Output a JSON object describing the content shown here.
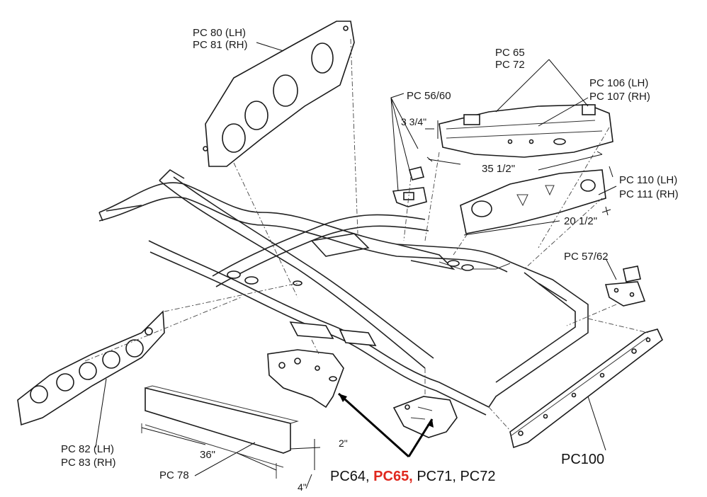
{
  "labels": {
    "pc80": "PC 80 (LH)",
    "pc81": "PC 81 (RH)",
    "pc65_top": "PC 65",
    "pc72_top": "PC 72",
    "pc5660": "PC 56/60",
    "pc106": "PC 106 (LH)",
    "pc107": "PC 107 (RH)",
    "dim_3_3_4": "3 3/4\"",
    "dim_35_1_2": "35 1/2\"",
    "pc110": "PC 110 (LH)",
    "pc111": "PC 111 (RH)",
    "dim_20_1_2": "20 1/2\"",
    "pc5762": "PC 57/62",
    "pc82": "PC 82 (LH)",
    "pc83": "PC 83 (RH)",
    "dim_36": "36\"",
    "dim_2": "2\"",
    "dim_4": "4\"",
    "pc78": "PC 78",
    "pc100": "PC100"
  },
  "callout": {
    "pc64": "PC64,",
    "pc65": "PC65,",
    "pc71": "PC71,",
    "pc72": "PC72"
  },
  "colors": {
    "highlight": "#e0281e",
    "line": "#222222"
  }
}
